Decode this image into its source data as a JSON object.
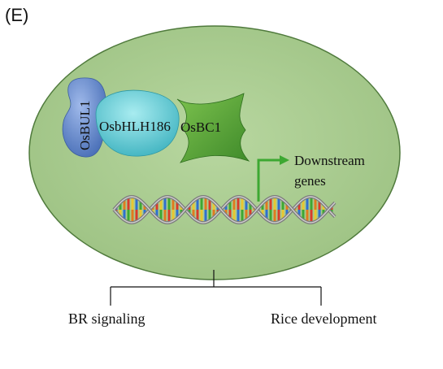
{
  "panel_label": "(E)",
  "proteins": {
    "bul1": "OsBUL1",
    "bhlh": "OsbHLH186",
    "bc1": "OsBC1"
  },
  "downstream_label": {
    "line1": "Downstream",
    "line2": "genes"
  },
  "outputs": {
    "left": "BR signaling",
    "right": "Rice development"
  },
  "colors": {
    "cell_fill": "#a5c98a",
    "cell_stroke": "#4f7a3c",
    "bul1": "#5b83c8",
    "bhlh": "#5fc6cf",
    "bc1": "#62a93c",
    "arrow": "#3da832",
    "dna_strand": "#8a8a8a"
  }
}
